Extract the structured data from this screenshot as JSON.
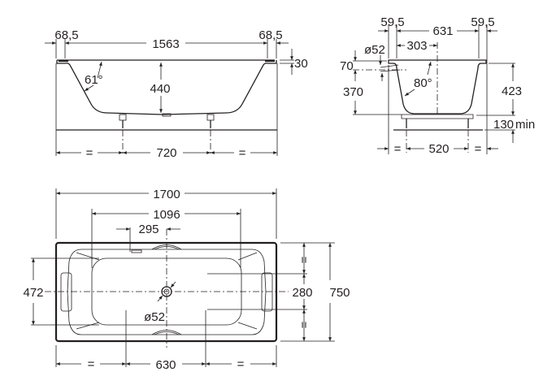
{
  "side_view": {
    "rim_left": "68,5",
    "inner_length": "1563",
    "rim_right": "68,5",
    "rim_thickness": "30",
    "wall_angle": "61°",
    "depth": "440",
    "equal_left": "=",
    "leg_spacing": "720",
    "equal_right": "="
  },
  "end_view": {
    "rim_left": "59,5",
    "inner_width": "631",
    "rim_right": "59,5",
    "overflow_offset": "303",
    "overflow_diameter": "ø52",
    "overflow_drop": "70",
    "overflow_height": "370",
    "wall_angle": "80°",
    "depth": "423",
    "leg_height": "130",
    "leg_height_suffix": "min",
    "equal_left": "=",
    "leg_spacing": "520",
    "equal_right": "="
  },
  "plan_view": {
    "length": "1700",
    "inner_length": "1096",
    "overflow_offset": "295",
    "inner_width": "472",
    "drain_diameter": "ø52",
    "center_width": "280",
    "width": "750",
    "equal_top": "=",
    "equal_bottom": "=",
    "equal_left": "=",
    "leg_spacing": "630",
    "equal_right": "="
  }
}
